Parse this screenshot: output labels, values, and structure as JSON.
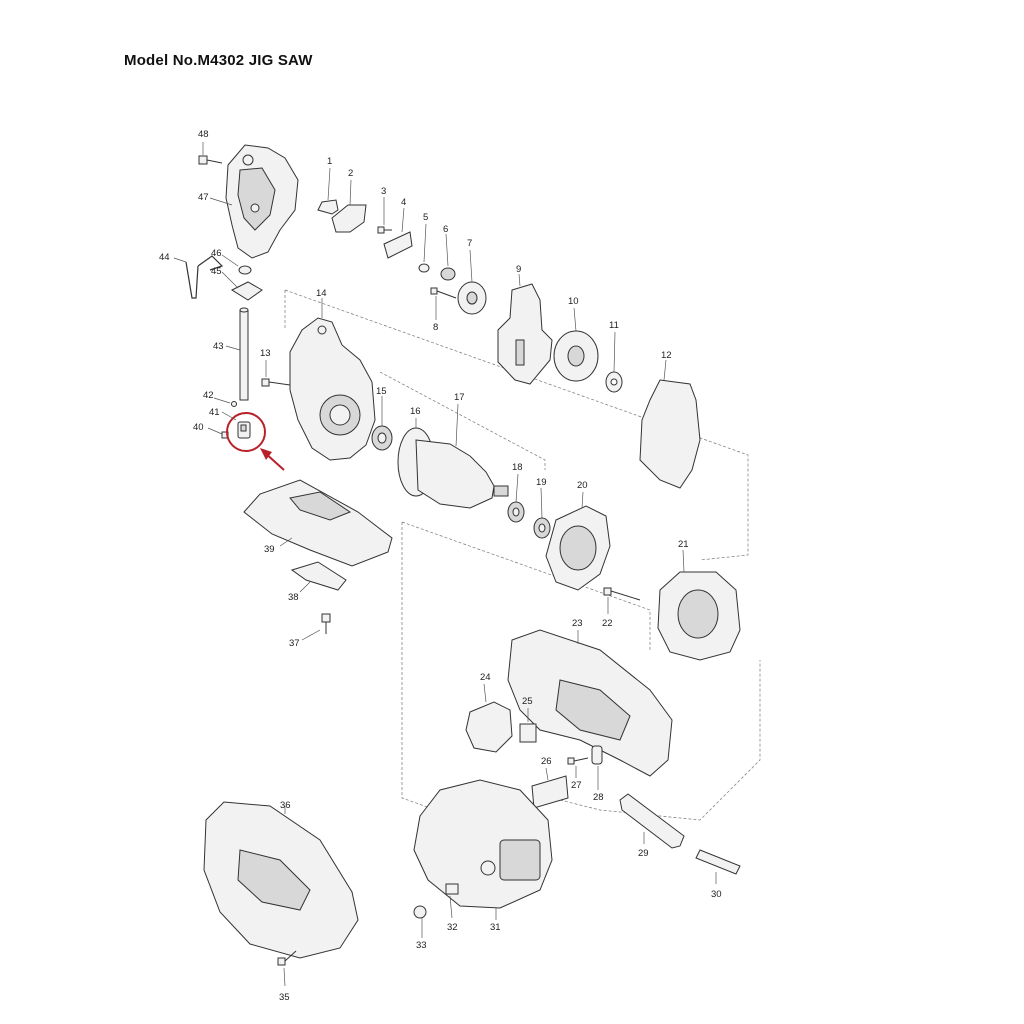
{
  "document": {
    "title": "Model No.M4302 JIG SAW"
  },
  "parts": [
    {
      "ref": "1"
    },
    {
      "ref": "2"
    },
    {
      "ref": "3"
    },
    {
      "ref": "4"
    },
    {
      "ref": "5"
    },
    {
      "ref": "6"
    },
    {
      "ref": "7"
    },
    {
      "ref": "8"
    },
    {
      "ref": "9"
    },
    {
      "ref": "10"
    },
    {
      "ref": "11"
    },
    {
      "ref": "12"
    },
    {
      "ref": "13"
    },
    {
      "ref": "14"
    },
    {
      "ref": "15"
    },
    {
      "ref": "16"
    },
    {
      "ref": "17"
    },
    {
      "ref": "18"
    },
    {
      "ref": "19"
    },
    {
      "ref": "20"
    },
    {
      "ref": "21"
    },
    {
      "ref": "22"
    },
    {
      "ref": "23"
    },
    {
      "ref": "24"
    },
    {
      "ref": "25"
    },
    {
      "ref": "26"
    },
    {
      "ref": "27"
    },
    {
      "ref": "28"
    },
    {
      "ref": "29"
    },
    {
      "ref": "30"
    },
    {
      "ref": "31"
    },
    {
      "ref": "32"
    },
    {
      "ref": "33"
    },
    {
      "ref": "35"
    },
    {
      "ref": "36"
    },
    {
      "ref": "37"
    },
    {
      "ref": "38"
    },
    {
      "ref": "39"
    },
    {
      "ref": "40"
    },
    {
      "ref": "41"
    },
    {
      "ref": "42"
    },
    {
      "ref": "43"
    },
    {
      "ref": "44"
    },
    {
      "ref": "45"
    },
    {
      "ref": "46"
    },
    {
      "ref": "47"
    },
    {
      "ref": "48"
    }
  ],
  "highlight": {
    "part_ref": "41",
    "color": "#b8202a"
  }
}
